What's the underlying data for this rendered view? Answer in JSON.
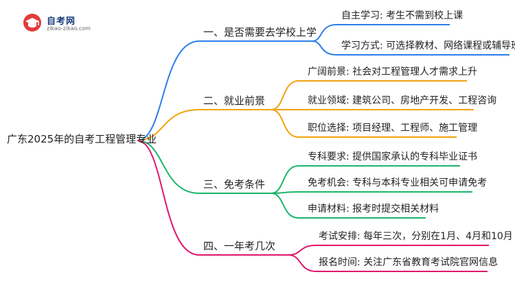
{
  "logo": {
    "title": "自考网",
    "url": "zikao-zikao.com"
  },
  "colors": {
    "blue": "#2b7de9",
    "orange": "#f2a20c",
    "green": "#1bb56b",
    "magenta": "#e0166c"
  },
  "root": "广东2025年的自考工程管理专业",
  "branches": [
    {
      "label": "一、是否需要去学校上学",
      "leaves": [
        "自主学习: 考生不需到校上课",
        "学习方式: 可选择教材、网络课程或辅导班"
      ]
    },
    {
      "label": "二、就业前景",
      "leaves": [
        "广阔前景: 社会对工程管理人才需求上升",
        "就业领域: 建筑公司、房地产开发、工程咨询",
        "职位选择: 项目经理、工程师、施工管理"
      ]
    },
    {
      "label": "三、免考条件",
      "leaves": [
        "专科要求: 提供国家承认的专科毕业证书",
        "免考机会: 专科与本科专业相关可申请免考",
        "申请材料: 报考时提交相关材料"
      ]
    },
    {
      "label": "四、一年考几次",
      "leaves": [
        "考试安排: 每年三次，分别在1月、4月和10月",
        "报名时间: 关注广东省教育考试院官网信息"
      ]
    }
  ]
}
